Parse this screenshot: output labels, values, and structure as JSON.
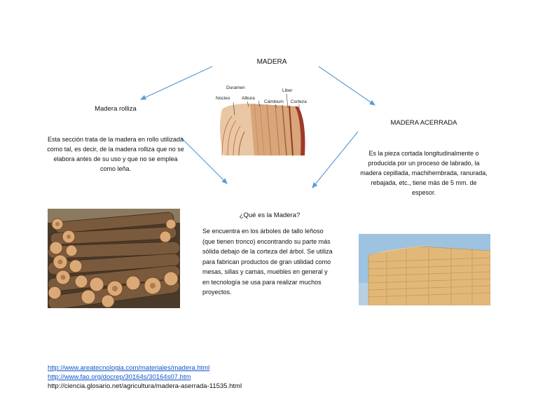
{
  "main_title": "MADERA",
  "left": {
    "title": "Madera rolliza",
    "text": "Esta sección trata de la madera en rollo utilizada como tal, es decir, de la madera rolliza que no se elabora antes de su uso y que no se emplea como leña."
  },
  "right": {
    "title": "MADERA ACERRADA",
    "text": "Es la pieza cortada longitudinalmente o producida por un proceso de labrado, la madera cepillada, machihembrada, ranurada, rebajada, etc., tiene más de 5 mm. de espesor."
  },
  "center": {
    "title": "¿Qué es la Madera?",
    "text": " Se encuentra en los árboles de tallo leñoso (que tienen tronco) encontrando su parte más sólida debajo de la corteza del árbol. Se utiliza para fabrican productos de gran utilidad como mesas, sillas y camas, muebles en general y en tecnología se usa para realizar muchos proyectos."
  },
  "diagram_labels": {
    "duramen": "Duramen",
    "nucleo": "Núcleo",
    "albura": "Albura",
    "liber": "Liber",
    "cambium": "Cámbium",
    "corteza": "Corteza"
  },
  "links": [
    "http://www.areatecnologia.com/materiales/madera.html",
    "http://www.fao.org/docrep/30164s/30164s07.htm",
    "http://ciencia.glosario.net/agricultura/madera-aserrada-11535.html"
  ],
  "colors": {
    "arrow": "#5b9bd5"
  }
}
